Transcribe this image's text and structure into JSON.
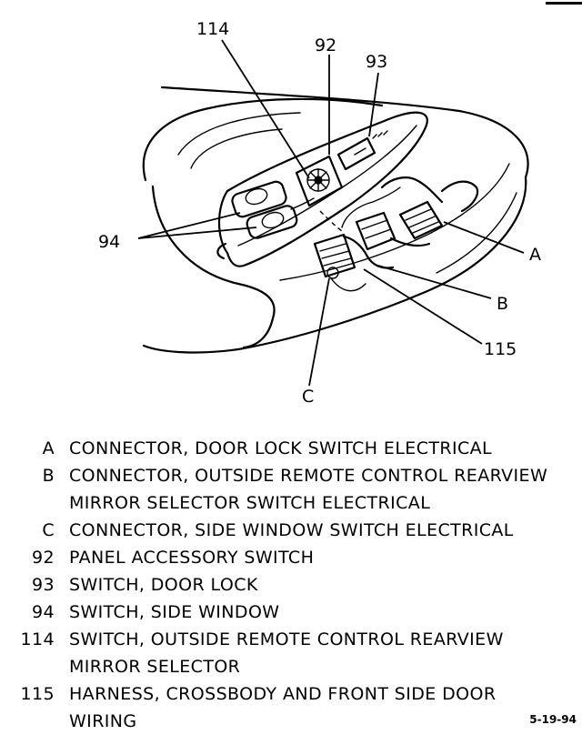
{
  "callouts": {
    "c114": "114",
    "c92": "92",
    "c93": "93",
    "c94": "94",
    "cA": "A",
    "cB": "B",
    "c115": "115",
    "cC": "C"
  },
  "legend": [
    {
      "key": "A",
      "lines": [
        "CONNECTOR, DOOR LOCK SWITCH ELECTRICAL"
      ]
    },
    {
      "key": "B",
      "lines": [
        "CONNECTOR, OUTSIDE REMOTE CONTROL REARVIEW",
        "MIRROR SELECTOR SWITCH ELECTRICAL"
      ]
    },
    {
      "key": "C",
      "lines": [
        "CONNECTOR, SIDE WINDOW SWITCH ELECTRICAL"
      ]
    },
    {
      "key": "92",
      "lines": [
        "PANEL ACCESSORY SWITCH"
      ]
    },
    {
      "key": "93",
      "lines": [
        "SWITCH, DOOR LOCK"
      ]
    },
    {
      "key": "94",
      "lines": [
        "SWITCH, SIDE WINDOW"
      ]
    },
    {
      "key": "114",
      "lines": [
        "SWITCH, OUTSIDE REMOTE CONTROL REARVIEW",
        "MIRROR SELECTOR"
      ]
    },
    {
      "key": "115",
      "lines": [
        "HARNESS, CROSSBODY AND FRONT SIDE DOOR",
        "WIRING"
      ]
    }
  ],
  "footer": "5-19-94"
}
